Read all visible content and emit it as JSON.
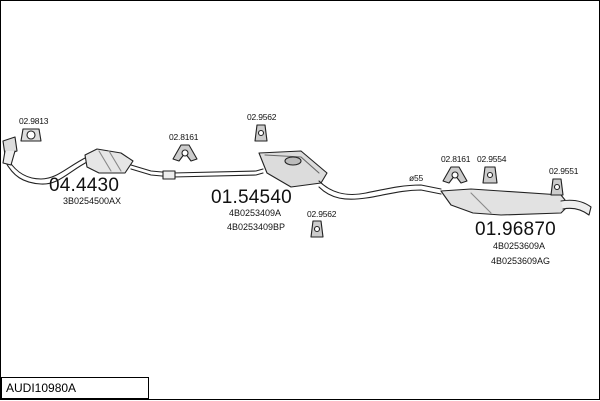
{
  "model": "AUDI10980A",
  "parts": [
    {
      "number": "04.4430",
      "codes": [
        "3B0254500AX"
      ]
    },
    {
      "number": "01.54540",
      "codes": [
        "4B0253409A",
        "4B0253409BP"
      ]
    },
    {
      "number": "01.96870",
      "codes": [
        "4B0253609A",
        "4B0253609AG"
      ]
    }
  ],
  "accessories": [
    "02.9813",
    "02.8161",
    "02.9562",
    "02.9562",
    "02.8161",
    "02.9554",
    "02.9551"
  ],
  "pipe_note": "ø55"
}
